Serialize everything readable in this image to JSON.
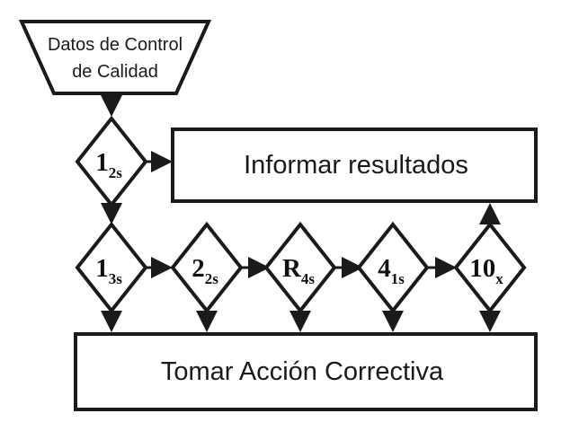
{
  "input": {
    "line1": "Datos de Control",
    "line2": "de Calidad"
  },
  "report_box": {
    "label": "Informar resultados"
  },
  "action_box": {
    "label": "Tomar Acción Correctiva"
  },
  "rules": [
    {
      "main": "1",
      "sub": "2s"
    },
    {
      "main": "1",
      "sub": "3s"
    },
    {
      "main": "2",
      "sub": "2s"
    },
    {
      "main": "R",
      "sub": "4s"
    },
    {
      "main": "4",
      "sub": "1s"
    },
    {
      "main": "10",
      "sub": "x"
    }
  ]
}
